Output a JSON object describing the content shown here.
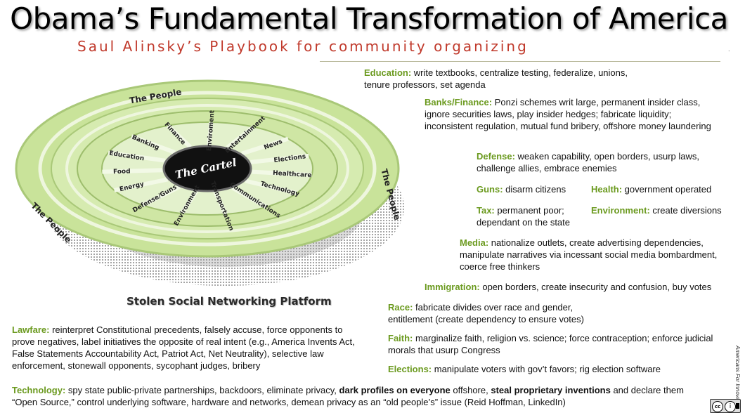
{
  "header": {
    "title": "Obama’s Fundamental Transformation of America",
    "subtitle": "Saul Alinsky’s Playbook for community organizing"
  },
  "diagram": {
    "hub_label": "The Cartel",
    "outer_labels": [
      "The People",
      "The People",
      "The People"
    ],
    "spokes": [
      "Finance",
      "Enviroment",
      "Entertainment",
      "News",
      "Elections",
      "Healthcare",
      "Technology",
      "Communications",
      "Transportation",
      "Environment",
      "Defense/Guns",
      "Energy",
      "Food",
      "Education",
      "Banking"
    ],
    "caption": "Stolen Social Networking Platform",
    "colors": {
      "wheel": "#c9e39a",
      "wheel_edge": "#a9c878",
      "hub": "#111111",
      "shadow": "#8a8a8a",
      "label_green": "#6b9a1f",
      "subtitle_red": "#c0392b"
    }
  },
  "items": {
    "education": {
      "label": "Education:",
      "text": " write textbooks, centralize testing, federalize, unions, tenure professors, set agenda"
    },
    "banks": {
      "label": "Banks/Finance:",
      "text": " Ponzi schemes writ large, permanent insider class, ignore securities laws, play insider hedges; fabricate liquidity; inconsistent regulation, mutual fund bribery, offshore money laundering"
    },
    "defense": {
      "label": "Defense:",
      "text": " weaken capability, open borders, usurp laws, challenge allies, embrace enemies"
    },
    "guns": {
      "label": "Guns:",
      "text": " disarm citizens"
    },
    "health": {
      "label": "Health:",
      "text": " government operated"
    },
    "tax": {
      "label": "Tax:",
      "text": " permanent poor; dependant on the state"
    },
    "environment": {
      "label": "Environment:",
      "text": " create diversions"
    },
    "media": {
      "label": "Media:",
      "text": " nationalize outlets, create advertising dependencies, manipulate narratives via incessant social media bombardment, coerce free thinkers"
    },
    "immigration": {
      "label": "Immigration:",
      "text": " open borders, create insecurity and confusion, buy votes"
    },
    "race": {
      "label": "Race:",
      "text": " fabricate divides over race and gender, entitlement (create dependency to ensure votes)"
    },
    "faith": {
      "label": "Faith:",
      "text": " marginalize faith, religion vs. science; force contraception; enforce judicial morals that usurp Congress"
    },
    "elections": {
      "label": "Elections:",
      "text": " manipulate voters with gov’t favors; rig election software"
    },
    "lawfare": {
      "label": "Lawfare:",
      "text": " reinterpret Constitutional precedents, falsely accuse, force opponents to prove negatives, label initiatives the opposite of real intent (e.g., America Invents Act, False Statements Accountability Act, Patriot Act, Net Neutrality), selective law enforcement, stonewall opponents, sycophant judges, bribery"
    },
    "technology": {
      "label": "Technology:",
      "text1": " spy state public-private partnerships, backdoors, eliminate privacy, ",
      "bold1": "dark profiles on everyone",
      "text2": " offshore, ",
      "bold2": "steal proprietary inventions",
      "text3": " and declare them “Open Source,” control underlying software, hardware and networks, demean privacy as an “old people’s” issue (Reid Hoffman, LinkedIn)"
    }
  },
  "footer": {
    "credit": "Americans For Innovation",
    "license_cc": "cc",
    "license_by": "i"
  }
}
